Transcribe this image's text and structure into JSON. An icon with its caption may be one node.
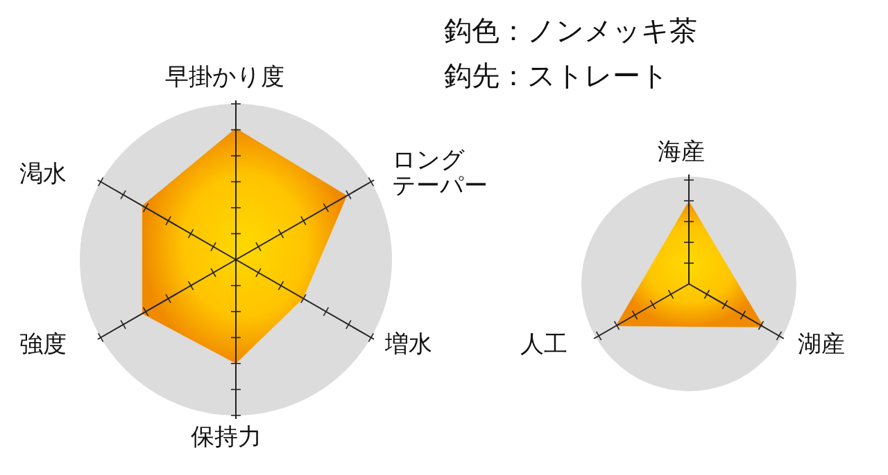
{
  "diagram": {
    "labels": [
      "鈎色：ノンメッキ茶",
      "鈎先：ストレート",
      "早掛かり度",
      "海産",
      "ロングテーパー",
      "渇水",
      "増水",
      "強度",
      "人工",
      "湖産",
      "保持力"
    ]
  }
}
